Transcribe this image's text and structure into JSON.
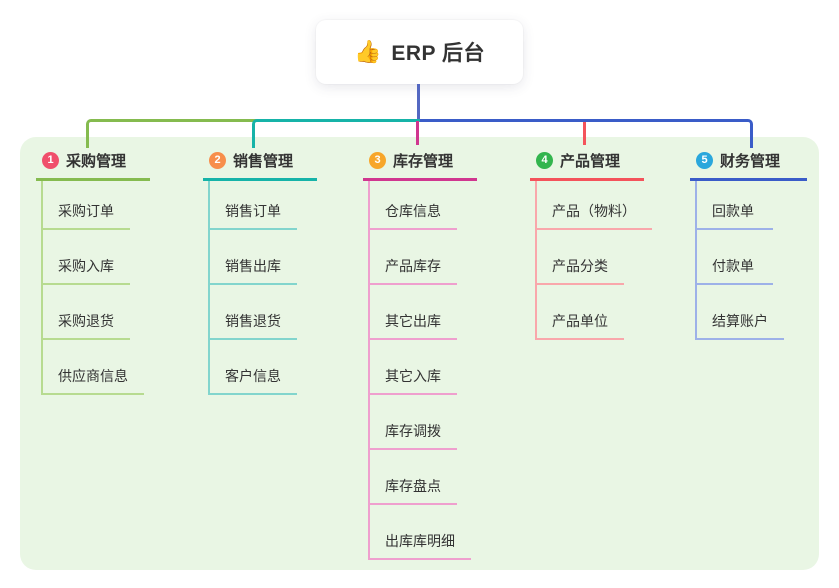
{
  "root": {
    "emoji": "👍",
    "title": "ERP 后台"
  },
  "connector_colors": {
    "root_line": "#5468c2"
  },
  "branches": [
    {
      "num": "1",
      "label": "采购管理",
      "badge_color": "#f04f6b",
      "line_color": "#85bb4f",
      "child_line_color": "#b7db90",
      "children": [
        "采购订单",
        "采购入库",
        "采购退货",
        "供应商信息"
      ]
    },
    {
      "num": "2",
      "label": "销售管理",
      "badge_color": "#f78e4b",
      "line_color": "#16b3a8",
      "child_line_color": "#82d5cd",
      "children": [
        "销售订单",
        "销售出库",
        "销售退货",
        "客户信息"
      ]
    },
    {
      "num": "3",
      "label": "库存管理",
      "badge_color": "#f7a62a",
      "line_color": "#d0368f",
      "child_line_color": "#ef9fce",
      "children": [
        "仓库信息",
        "产品库存",
        "其它出库",
        "其它入库",
        "库存调拨",
        "库存盘点",
        "出库库明细"
      ]
    },
    {
      "num": "4",
      "label": "产品管理",
      "badge_color": "#33b54e",
      "line_color": "#f4535b",
      "child_line_color": "#f9a7ab",
      "children": [
        "产品（物料）",
        "产品分类",
        "产品单位"
      ]
    },
    {
      "num": "5",
      "label": "财务管理",
      "badge_color": "#2aa7dc",
      "line_color": "#3a5cc8",
      "child_line_color": "#9db1e8",
      "children": [
        "回款单",
        "付款单",
        "结算账户"
      ]
    }
  ]
}
